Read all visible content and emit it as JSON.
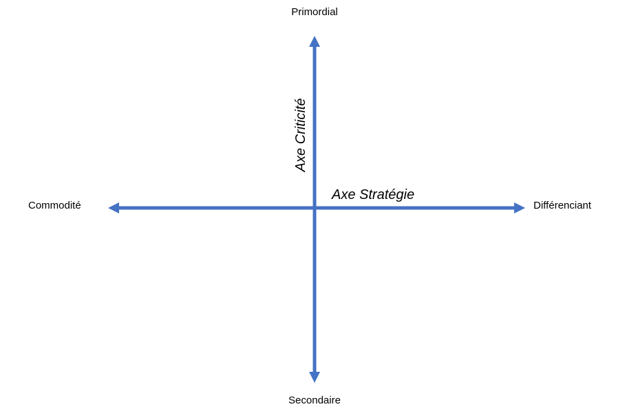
{
  "diagram": {
    "axis_color": "#4472C4",
    "vertical_axis": {
      "title": "Axe Criticité",
      "top_label": "Primordial",
      "bottom_label": "Secondaire"
    },
    "horizontal_axis": {
      "title": "Axe Stratégie",
      "left_label": "Commodité",
      "right_label": "Différenciant"
    }
  }
}
